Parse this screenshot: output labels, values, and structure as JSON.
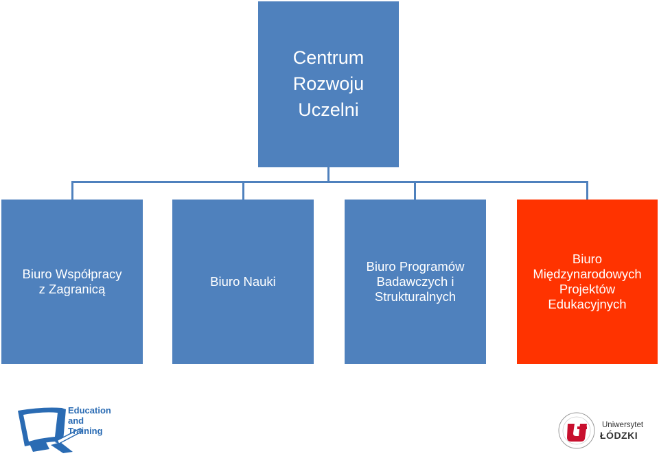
{
  "diagram": {
    "root": {
      "label": "Centrum\nRozwoju\nUczelni"
    },
    "children": [
      {
        "label": "Biuro Współpracy\nz Zagranicą"
      },
      {
        "label": "Biuro Nauki"
      },
      {
        "label": "Biuro Programów\nBadawczych i\nStrukturalnych"
      },
      {
        "label": "Biuro\nMiędzynarodowych\nProjektów\nEdukacyjnych"
      }
    ],
    "colors": {
      "box": "#4f81bd",
      "highlight": "#ff3300",
      "text": "#ffffff"
    }
  },
  "logos": {
    "education_training": {
      "text": "Education\nand\nTraining",
      "icon": "computer-monitor-pen-icon"
    },
    "university": {
      "line1": "Uniwersytet",
      "line2": "ŁÓDZKI",
      "icon": "university-seal-icon"
    }
  }
}
